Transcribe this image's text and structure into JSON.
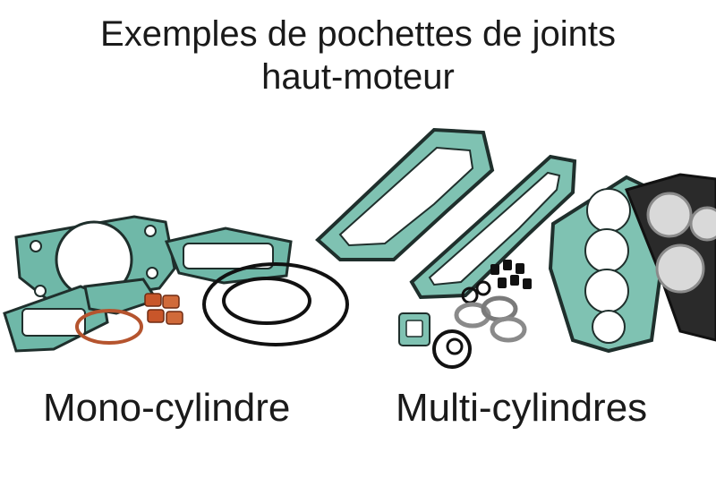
{
  "title": {
    "line1": "Exemples de pochettes de joints",
    "line2": "haut-moteur"
  },
  "captions": {
    "mono": "Mono-cylindre",
    "multi": "Multi-cylindres"
  },
  "colors": {
    "gasket_green": "#6fb8a8",
    "gasket_outline": "#1f2f2c",
    "seal_copper": "#c8562a",
    "metal_steel": "#8a8a8a",
    "rubber_black": "#111111"
  }
}
